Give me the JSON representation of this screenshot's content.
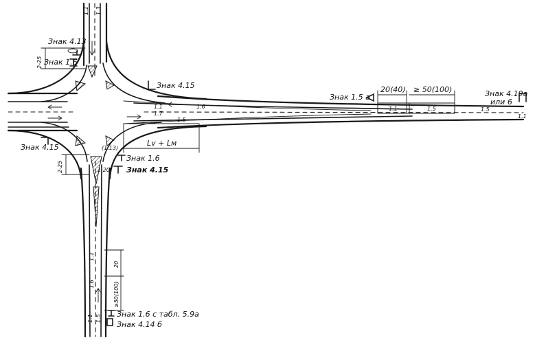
{
  "labels": {
    "sign_4_1_3": "Знак 4.13",
    "sign_1_6_top": "Знак 1.6",
    "sign_4_1_5_top": "Знак 4.15",
    "sign_1_5a": "Знак 1.5 а",
    "sign_4_19a": "Знак 4.19а",
    "or_6": "или 6",
    "sign_4_1_5_left": "Знак 4.15",
    "sign_1_6_mid": "Знак 1.6",
    "sign_4_1_5_mid": "Знак 4.15",
    "sign_1_6_tab": "Знак 1.6 с табл. 5.9а",
    "sign_4_14b": "Знак 4.14 б"
  },
  "dimensions": {
    "d_2_25_top": "2-25",
    "d_2_25_mid": "2-25",
    "d_20_40": "20(40)",
    "d_50_100_h": "≥ 50(100)",
    "d_lv_lm": "Lv + Lм",
    "d_20": "20",
    "d_50_100_v": "≥50(100)"
  },
  "markings": {
    "m_1_1_top": "1.1",
    "m_1_3_top": "1.3",
    "m_1_1_a": "1.1",
    "m_1_7": "1.7",
    "m_1_6": "1.6",
    "m_1_5": "1.5",
    "m_1_13": "(1.13)",
    "m_1_20": "1.20",
    "m_1_1_box": "1.1",
    "m_1_5_box": "1.5",
    "m_1_5_right": "1.5",
    "m_1_1_right": "1.1",
    "m_1_1_v": "1.1",
    "m_1_6_v": "1.6",
    "m_1_1_bot": "1.1",
    "m_1_5_bot": "1.5"
  }
}
